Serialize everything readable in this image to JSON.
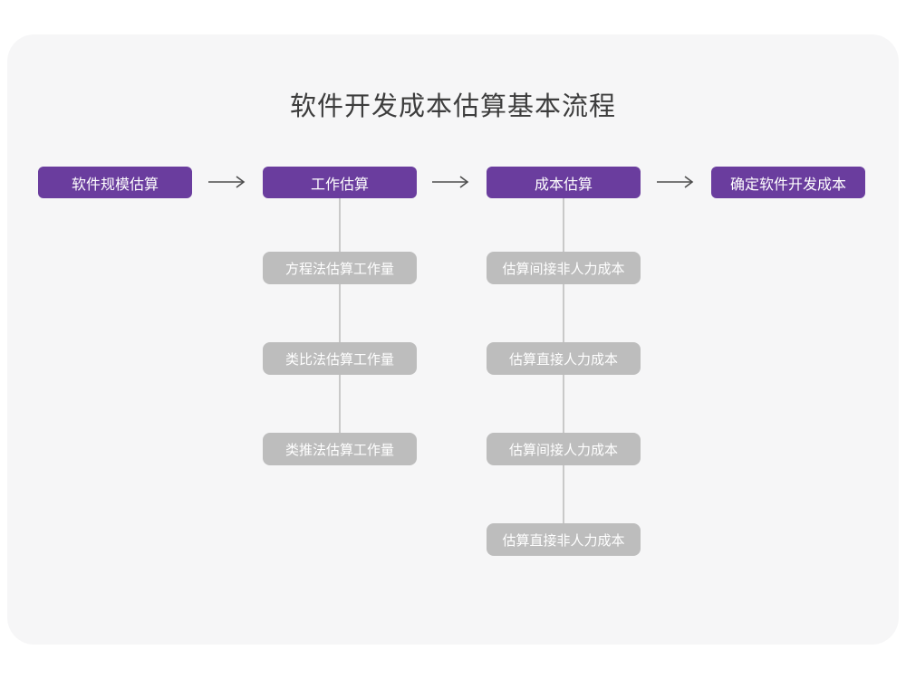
{
  "title": "软件开发成本估算基本流程",
  "colors": {
    "card_background": "#f6f6f7",
    "primary_node": "#6a3d9e",
    "sub_node": "#bdbdbd",
    "connector_line": "#c9c9c9",
    "arrow": "#4d4d4d",
    "title_text": "#3d3d3d",
    "node_text": "#ffffff"
  },
  "flow": {
    "steps": [
      {
        "label": "软件规模估算"
      },
      {
        "label": "工作估算"
      },
      {
        "label": "成本估算"
      },
      {
        "label": "确定软件开发成本"
      }
    ],
    "work_substeps": [
      {
        "label": "方程法估算工作量"
      },
      {
        "label": "类比法估算工作量"
      },
      {
        "label": "类推法估算工作量"
      }
    ],
    "cost_substeps": [
      {
        "label": "估算间接非人力成本"
      },
      {
        "label": "估算直接人力成本"
      },
      {
        "label": "估算间接人力成本"
      },
      {
        "label": "估算直接非人力成本"
      }
    ]
  }
}
